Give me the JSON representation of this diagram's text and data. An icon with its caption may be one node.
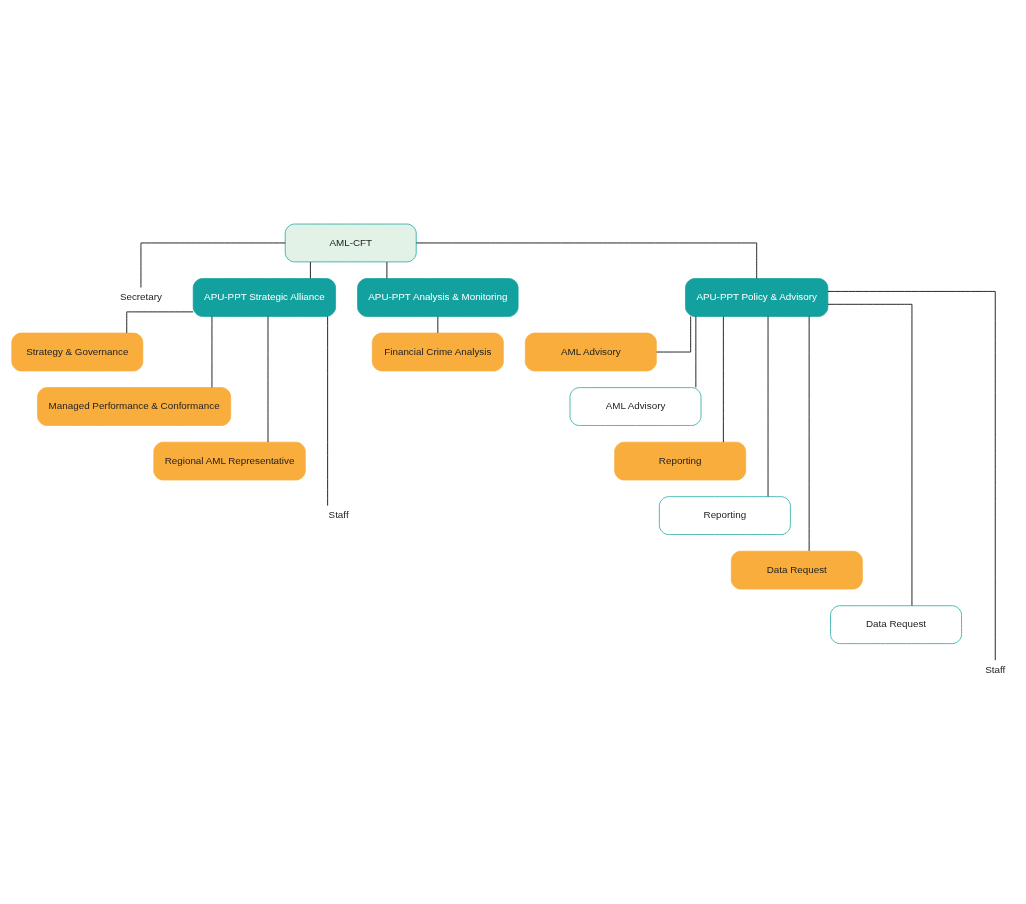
{
  "diagram": {
    "nodes": [
      {
        "text": [
          "AML-CFT"
        ]
      },
      {
        "text": [
          "Secretary"
        ]
      },
      {
        "text": [
          "APU-PPT Strategic Alliance"
        ]
      },
      {
        "text": [
          "APU-PPT Analysis & Monitoring"
        ]
      },
      {
        "text": [
          "APU-PPT Policy & Advisory"
        ]
      },
      {
        "text": [
          "Strategy & Governance"
        ]
      },
      {
        "text": [
          "Managed Performance & Conformance"
        ]
      },
      {
        "text": [
          "Regional AML Representative"
        ]
      },
      {
        "text": [
          "Staff"
        ]
      },
      {
        "text": [
          "Financial Crime Analysis"
        ]
      },
      {
        "text": [
          "AML Advisory"
        ]
      },
      {
        "text": [
          "AML Advisory"
        ]
      },
      {
        "text": [
          "Reporting"
        ]
      },
      {
        "text": [
          "Reporting"
        ]
      },
      {
        "text": [
          "Data Request"
        ]
      },
      {
        "text": [
          "Data Request"
        ]
      },
      {
        "text": [
          "Staff"
        ]
      }
    ],
    "edges": [
      {
        "from": 0,
        "to": 1,
        "arrow": "none"
      },
      {
        "from": 0,
        "to": 2,
        "arrow": "none"
      },
      {
        "from": 0,
        "to": 3,
        "arrow": "none"
      },
      {
        "from": 0,
        "to": 4,
        "arrow": "none"
      },
      {
        "from": 2,
        "to": 5,
        "arrow": "none"
      },
      {
        "from": 2,
        "to": 6,
        "arrow": "none"
      },
      {
        "from": 2,
        "to": 7,
        "arrow": "none"
      },
      {
        "from": 2,
        "to": 8,
        "arrow": "none"
      },
      {
        "from": 3,
        "to": 9,
        "arrow": "none"
      },
      {
        "from": 4,
        "to": 10,
        "arrow": "none"
      },
      {
        "from": 4,
        "to": 11,
        "arrow": "none"
      },
      {
        "from": 4,
        "to": 12,
        "arrow": "none"
      },
      {
        "from": 4,
        "to": 13,
        "arrow": "none"
      },
      {
        "from": 4,
        "to": 14,
        "arrow": "none"
      },
      {
        "from": 4,
        "to": 15,
        "arrow": "none"
      },
      {
        "from": 4,
        "to": 16,
        "arrow": "none"
      }
    ]
  }
}
